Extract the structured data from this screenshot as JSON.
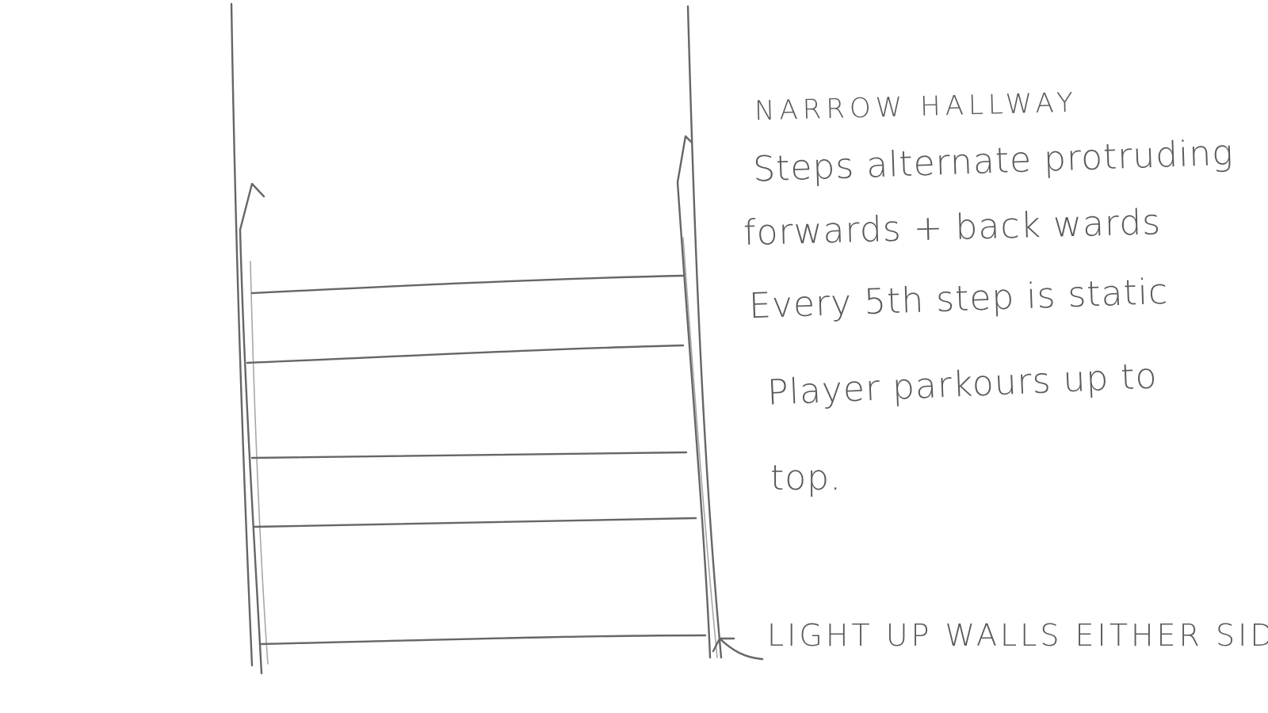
{
  "notes": {
    "title": "NARROW HALLWAY",
    "line1": "Steps alternate protruding",
    "line2": "forwards + back wards",
    "line3": "Every 5th step is static",
    "line4": "Player parkours up to",
    "line5": "top.",
    "walls_label": "LIGHT UP WALLS EITHER SIDE"
  }
}
